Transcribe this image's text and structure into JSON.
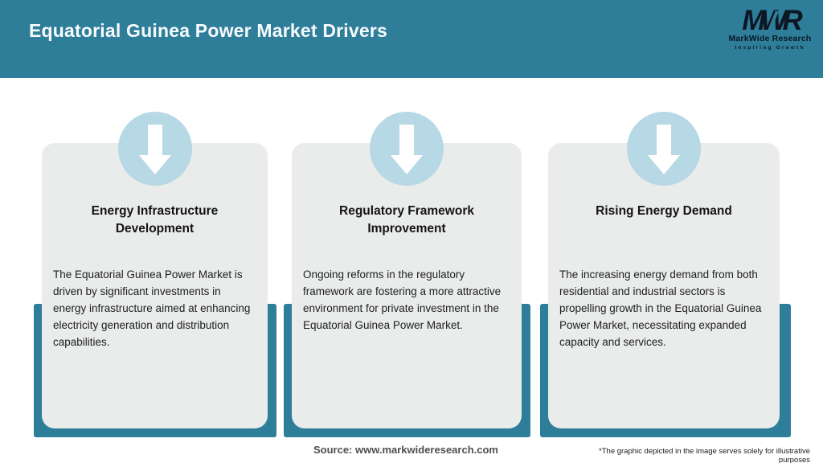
{
  "header": {
    "title": "Equatorial Guinea Power Market Drivers"
  },
  "logo": {
    "monogram": "MWR",
    "name": "MarkWide Research",
    "tagline": "Inspiring Growth"
  },
  "cards": [
    {
      "title": "Energy Infrastructure Development",
      "body": "The Equatorial Guinea Power Market is driven by significant investments in energy infrastructure aimed at enhancing electricity generation and distribution capabilities."
    },
    {
      "title": "Regulatory Framework Improvement",
      "body": "Ongoing reforms in the regulatory framework are fostering a more attractive environment for private investment in the Equatorial Guinea Power Market."
    },
    {
      "title": "Rising Energy Demand",
      "body": "The increasing energy demand from both residential and industrial sectors is propelling growth in the Equatorial Guinea Power Market, necessitating expanded capacity and services."
    }
  ],
  "footer": {
    "source": "Source: www.markwideresearch.com",
    "note": "*The graphic depicted in the image serves solely for illustrative purposes"
  },
  "colors": {
    "teal": "#2e7e99",
    "card_bg": "#e9eceb",
    "icon_circle": "#b7d8e5",
    "arrow": "#ffffff"
  }
}
